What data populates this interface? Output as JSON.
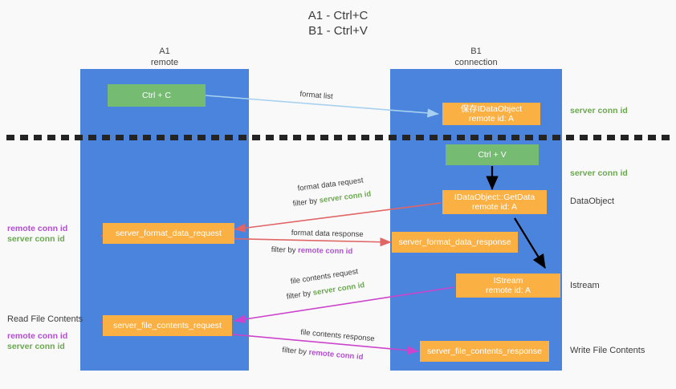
{
  "title": {
    "line1": "A1 - Ctrl+C",
    "line2": "B1 - Ctrl+V"
  },
  "lanes": [
    {
      "id": "a1",
      "name": "A1",
      "sub": "remote"
    },
    {
      "id": "b1",
      "name": "B1",
      "sub": "connection"
    }
  ],
  "nodes": {
    "ctrl_c": "Ctrl + C",
    "save_idataobject_l1": "保存IDataObject",
    "save_idataobject_l2": "remote id: A",
    "ctrl_v": "Ctrl + V",
    "getdata_l1": "IDataObject::GetData",
    "getdata_l2": "remote id: A",
    "server_format_data_request": "server_format_data_request",
    "server_format_data_response": "server_format_data_response",
    "istream_l1": "IStream",
    "istream_l2": "remote id: A",
    "server_file_contents_request": "server_file_contents_request",
    "server_file_contents_response": "server_file_contents_response"
  },
  "right_labels": {
    "server_conn_id_1": "server conn id",
    "server_conn_id_2": "server conn id",
    "dataobject": "DataObject",
    "istream": "Istream",
    "write_file_contents": "Write File Contents"
  },
  "left_labels": {
    "remote_conn_id_1": "remote conn id",
    "server_conn_id_1": "server conn id",
    "read_file_contents": "Read File Contents",
    "remote_conn_id_2": "remote conn id",
    "server_conn_id_2": "server conn id"
  },
  "edges": {
    "format_list": "format list",
    "format_data_request": "format data request",
    "format_data_request_filter_pre": "filter by ",
    "format_data_request_filter_key": "server conn id",
    "format_data_response": "format data response",
    "format_data_response_filter_pre": "filter by ",
    "format_data_response_filter_key": "remote conn id",
    "file_contents_request": "file contents request",
    "file_contents_request_filter_pre": "filter by ",
    "file_contents_request_filter_key": "server conn id",
    "file_contents_response": "file contents response",
    "file_contents_response_filter_pre": "filter by ",
    "file_contents_response_filter_key": "remote conn id"
  },
  "colors": {
    "lane": "#4a84dd",
    "green_node": "#76bb72",
    "orange_node": "#fbb044",
    "server_conn_id": "#6aa84f",
    "remote_conn_id": "#b14fcf",
    "arrow_light_blue": "#a8d1f0",
    "arrow_red": "#e06666",
    "arrow_magenta": "#cc44cc",
    "arrow_black": "#000000",
    "background": "#f9f9f9",
    "dashed_line": "#242424"
  }
}
